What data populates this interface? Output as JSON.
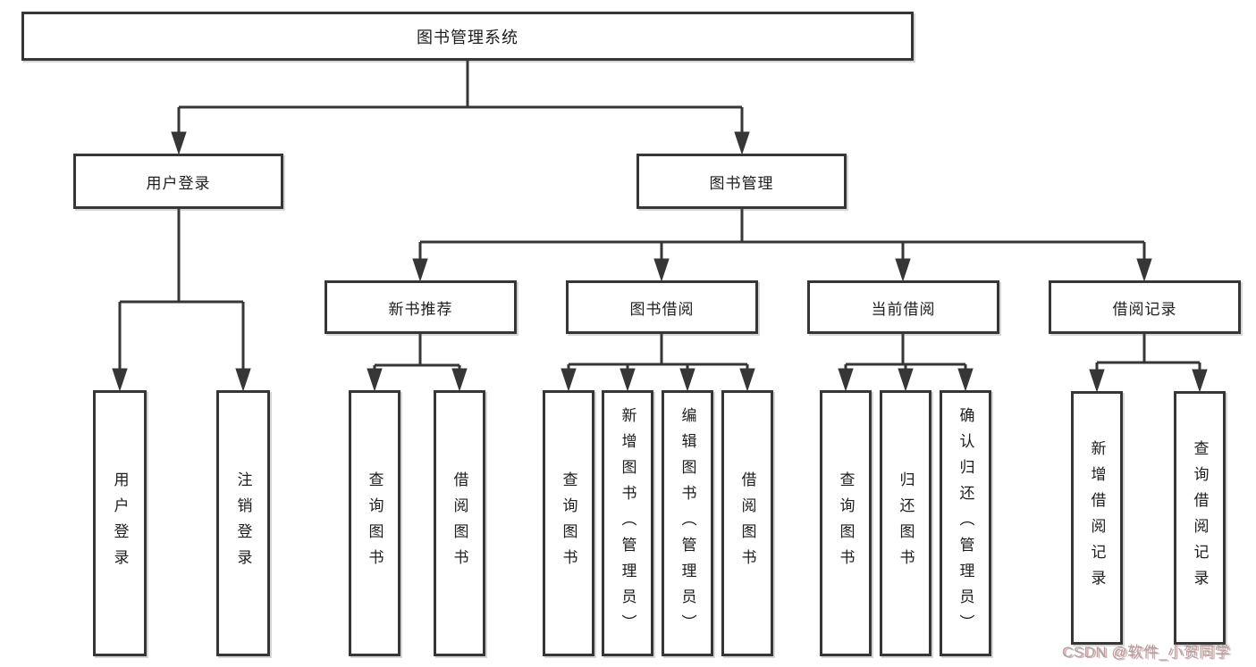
{
  "diagram": {
    "type": "hierarchy-tree",
    "root": {
      "label": "图书管理系统"
    },
    "level2": [
      {
        "id": "user-login",
        "label": "用户登录",
        "parent": "图书管理系统"
      },
      {
        "id": "book-management",
        "label": "图书管理",
        "parent": "图书管理系统"
      }
    ],
    "level3": [
      {
        "id": "new-book-recommend",
        "label": "新书推荐",
        "parent": "图书管理"
      },
      {
        "id": "book-borrowing",
        "label": "图书借阅",
        "parent": "图书管理"
      },
      {
        "id": "current-borrowing",
        "label": "当前借阅",
        "parent": "图书管理"
      },
      {
        "id": "borrow-records",
        "label": "借阅记录",
        "parent": "图书管理"
      }
    ],
    "leaves": [
      {
        "label": "用户登录",
        "parent": "用户登录"
      },
      {
        "label": "注销登录",
        "parent": "用户登录"
      },
      {
        "label": "查询图书",
        "parent": "新书推荐"
      },
      {
        "label": "借阅图书",
        "parent": "新书推荐"
      },
      {
        "label": "查询图书",
        "parent": "图书借阅"
      },
      {
        "label": "新增图书（管理员）",
        "parent": "图书借阅"
      },
      {
        "label": "编辑图书（管理员）",
        "parent": "图书借阅"
      },
      {
        "label": "借阅图书",
        "parent": "图书借阅"
      },
      {
        "label": "查询图书",
        "parent": "当前借阅"
      },
      {
        "label": "归还图书",
        "parent": "当前借阅"
      },
      {
        "label": "确认归还（管理员）",
        "parent": "当前借阅"
      },
      {
        "label": "新增借阅记录",
        "parent": "借阅记录"
      },
      {
        "label": "查询借阅记录",
        "parent": "借阅记录"
      }
    ]
  },
  "watermark": {
    "text": "CSDN @软件_小贺同学"
  },
  "colors": {
    "background": "#ffffff",
    "line": "#363636",
    "box_border": "#363636",
    "box_fill": "#ffffff",
    "text": "#1d1d1d",
    "watermark_gray": "#9e9e9e",
    "watermark_red": "#d66868"
  }
}
